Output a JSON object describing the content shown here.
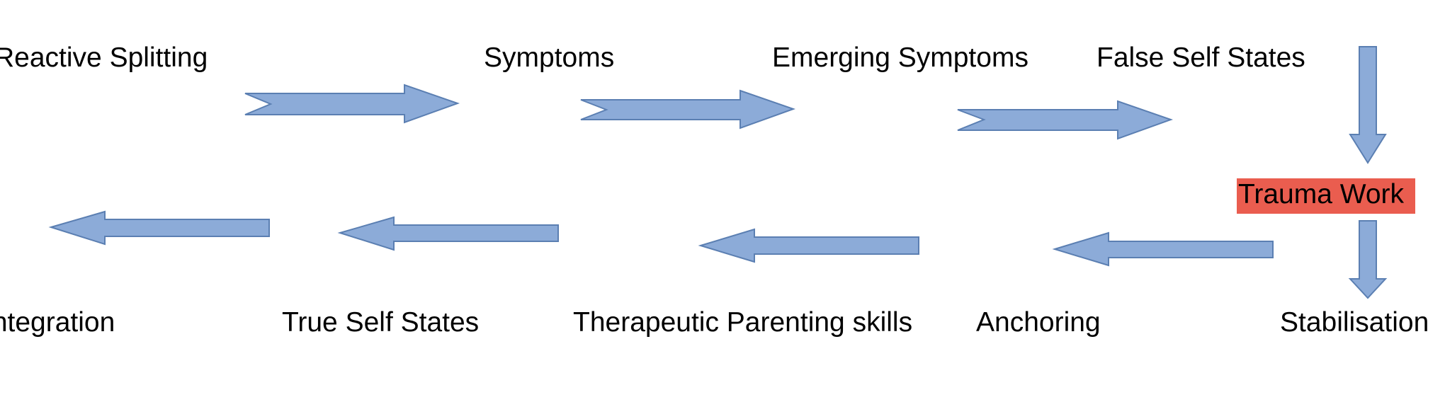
{
  "diagram": {
    "top_row": [
      "Reactive Splitting",
      "Symptoms",
      "Emerging Symptoms",
      "False Self States"
    ],
    "highlighted_node": "Trauma Work",
    "bottom_row": [
      "Integration",
      "True Self States",
      "Therapeutic Parenting skills",
      "Anchoring",
      "Stabilisation"
    ]
  },
  "colors": {
    "arrow_fill": "#8cabd8",
    "arrow_stroke": "#5b7fb2",
    "highlight": "#ea5d4f",
    "text": "#000000"
  },
  "icons": {
    "right": "arrow-right-icon",
    "left": "arrow-left-icon",
    "down": "arrow-down-icon"
  }
}
